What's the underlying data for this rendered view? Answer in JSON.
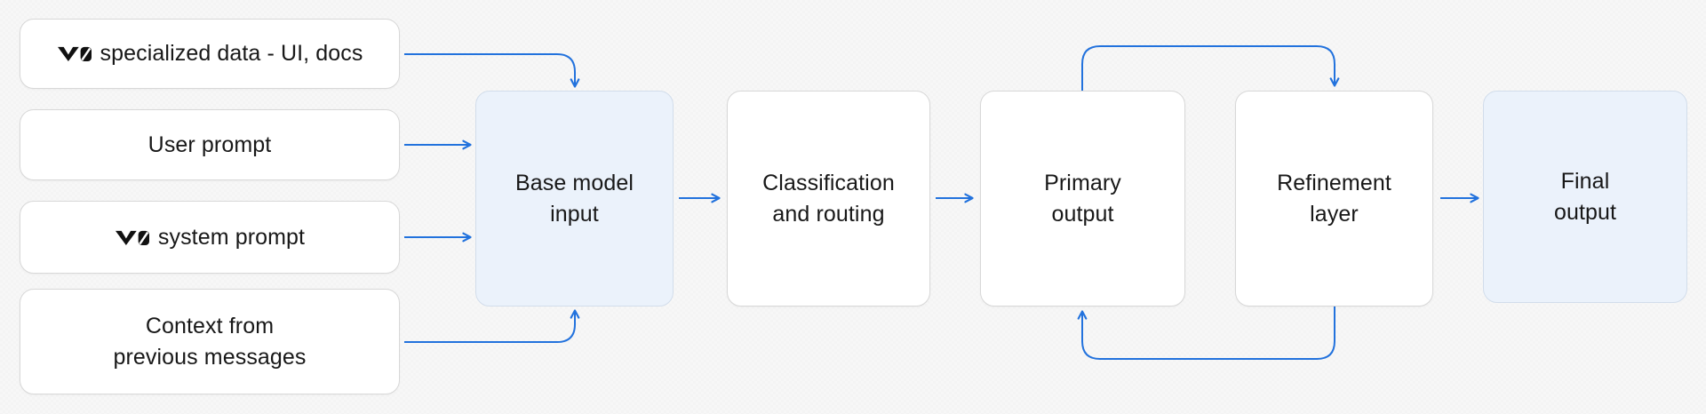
{
  "background_color": "#f7f7f7",
  "accent_color": "#2272dd",
  "node_style": {
    "default_fill": "#ffffff",
    "default_border": "#d8d8d8",
    "highlight_fill": "#ebf2fb",
    "highlight_border": "#d2ddeb",
    "text_color": "#181818"
  },
  "inputs": [
    {
      "icon": "v0-logo",
      "line1": "specialized data - UI, docs"
    },
    {
      "line1": "User prompt"
    },
    {
      "icon": "v0-logo",
      "line1": "system prompt"
    },
    {
      "line1": "Context from",
      "line2": "previous messages"
    }
  ],
  "stages": [
    {
      "line1": "Base model",
      "line2": "input",
      "highlighted": true
    },
    {
      "line1": "Classification",
      "line2": "and routing",
      "highlighted": false
    },
    {
      "line1": "Primary",
      "line2": "output",
      "highlighted": false
    },
    {
      "line1": "Refinement",
      "line2": "layer",
      "highlighted": false
    },
    {
      "line1": "Final",
      "line2": "output",
      "highlighted": true
    }
  ],
  "connections": [
    {
      "from": "v0 specialized data - UI, docs",
      "to": "Base model input"
    },
    {
      "from": "User prompt",
      "to": "Base model input"
    },
    {
      "from": "v0 system prompt",
      "to": "Base model input"
    },
    {
      "from": "Context from previous messages",
      "to": "Base model input"
    },
    {
      "from": "Base model input",
      "to": "Classification and routing"
    },
    {
      "from": "Classification and routing",
      "to": "Primary output"
    },
    {
      "from": "Primary output",
      "to": "Refinement layer"
    },
    {
      "from": "Refinement layer",
      "to": "Primary output"
    },
    {
      "from": "Refinement layer",
      "to": "Final output"
    }
  ]
}
